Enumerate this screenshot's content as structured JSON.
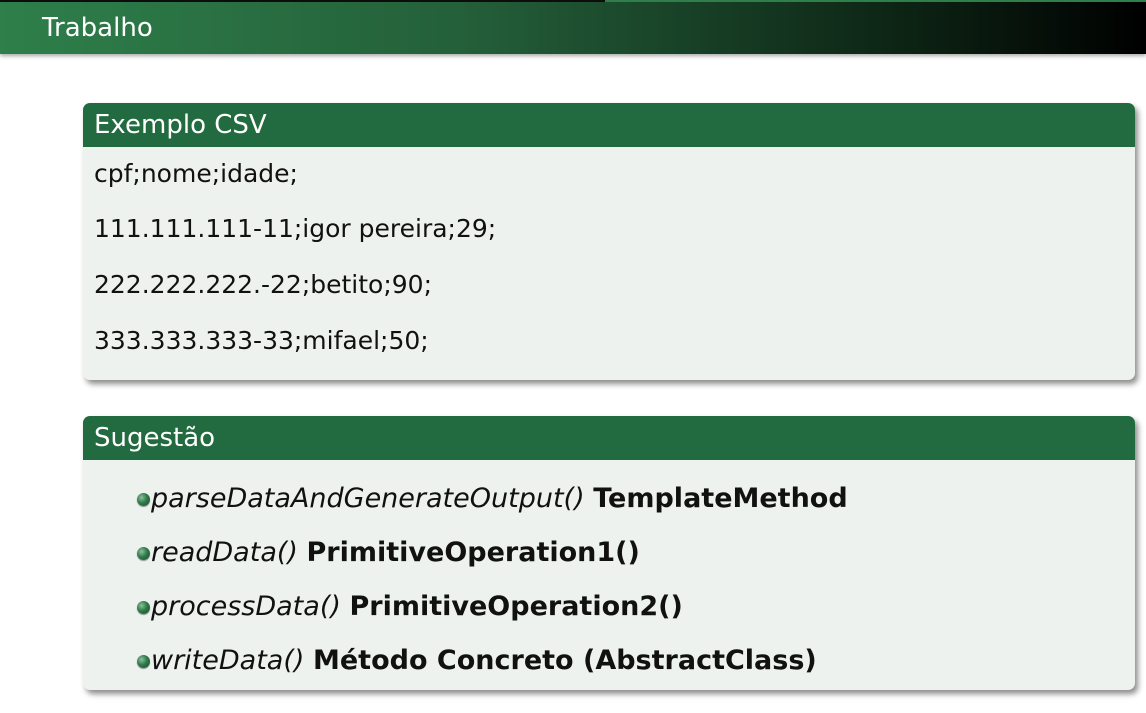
{
  "frame": {
    "title": "Trabalho"
  },
  "csv_block": {
    "title": "Exemplo CSV",
    "lines": [
      "cpf;nome;idade;",
      "111.111.111-11;igor pereira;29;",
      "222.222.222.-22;betito;90;",
      "333.333.333-33;mifael;50;"
    ]
  },
  "suggestion_block": {
    "title": "Sugestão",
    "items": [
      {
        "method": "parseDataAndGenerateOutput()",
        "role": "TemplateMethod"
      },
      {
        "method": "readData()",
        "role": "PrimitiveOperation1()"
      },
      {
        "method": "processData()",
        "role": "PrimitiveOperation2()"
      },
      {
        "method": "writeData()",
        "role": "Método Concreto (AbstractClass)"
      }
    ]
  },
  "colors": {
    "block_title_bg": "#226b40",
    "block_body_bg": "#edf2ee",
    "title_bar_start": "#2e7f4a",
    "title_bar_end": "#000000"
  }
}
